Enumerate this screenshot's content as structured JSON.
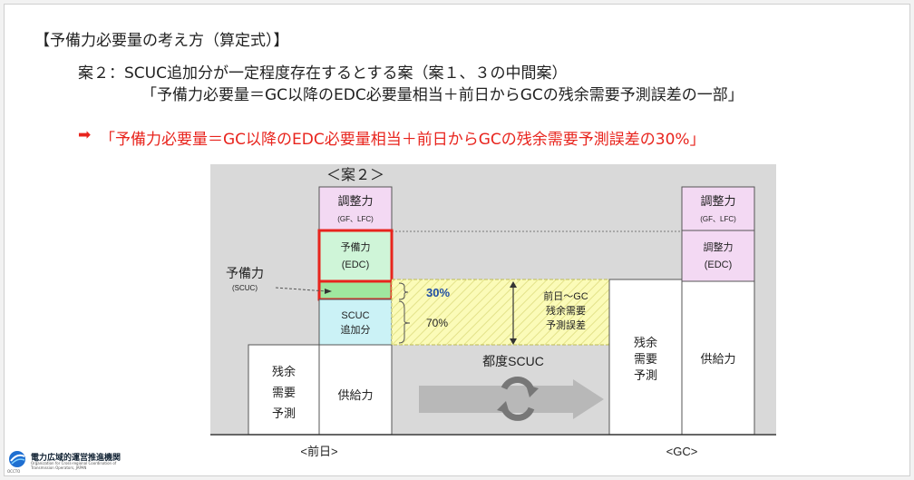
{
  "heading": "【予備力必要量の考え方（算定式）】",
  "plan_line": "案２：SCUC追加分が一定程度存在するとする案（案１、３の中間案）",
  "formula_line": "「予備力必要量＝GC以降のEDC必要量相当＋前日からGCの残余需要予測誤差の一部」",
  "arrow_glyph": "➡",
  "red_line": "「予備力必要量＝GC以降のEDC必要量相当＋前日からGCの残余需要予測誤差の30%」",
  "colors": {
    "red": "#e8241d",
    "pink": "#f3d9f3",
    "green": "#9fe79f",
    "light_green": "#cff5d8",
    "cyan": "#cbf2f6",
    "yellow": "#fbfbb8",
    "panel": "#d9d9d9",
    "arrow_gray": "#b3b3b3"
  },
  "diagram": {
    "case_label": "＜案２＞",
    "left_column": {
      "adjust_gf": {
        "title": "調整力",
        "sub": "(GF、LFC)"
      },
      "reserve_edc": {
        "line1": "予備力",
        "line2": "(EDC)"
      },
      "scuc_add": {
        "line1": "SCUC",
        "line2": "追加分"
      },
      "supply": "供給力"
    },
    "left_residual": [
      "残余",
      "需要",
      "予測"
    ],
    "reserve_scuc": {
      "line1": "予備力",
      "line2": "(SCUC)"
    },
    "pct30": "30%",
    "pct70": "70%",
    "error_label": [
      "前日～GC",
      "残余需要",
      "予測誤差"
    ],
    "middle_label": "都度SCUC",
    "right_residual": [
      "残余",
      "需要",
      "予測"
    ],
    "right_column": {
      "adjust_gf": {
        "title": "調整力",
        "sub": "(GF、LFC)"
      },
      "adjust_edc": {
        "line1": "調整力",
        "line2": "(EDC)"
      },
      "supply": "供給力"
    },
    "x_left": "<前日>",
    "x_right": "<GC>"
  },
  "logo": {
    "name": "電力広域的運営推進機関",
    "sub1": "Organization for Cross-regional Coordination of",
    "sub2": "Transmission Operators, JAPAN",
    "abbr": "OCCTO"
  }
}
